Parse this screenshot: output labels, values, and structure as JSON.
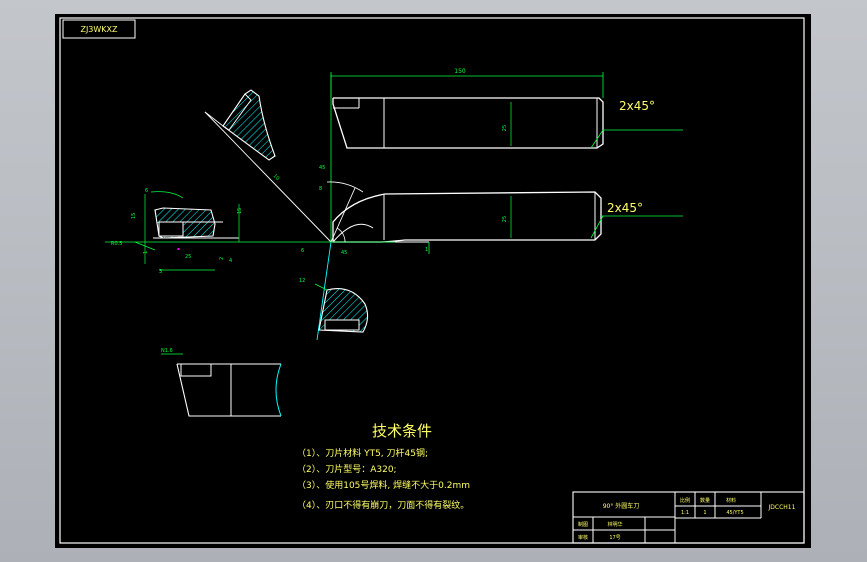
{
  "title_label": "ZJ3WKXZ",
  "notes": {
    "heading": "技术条件",
    "items": [
      "（1）、刀片材料 YT5, 刀杆45钢;",
      "（2）、刀片型号：A320;",
      "（3）、使用105号焊料, 焊缝不大于0.2mm",
      "（4）、刃口不得有崩刀，刀面不得有裂纹。"
    ]
  },
  "chamfers": {
    "top": "2x45°",
    "bottom": "2x45°"
  },
  "dims": {
    "length": "150",
    "h_top": "25",
    "h_bot": "25",
    "angle_a": "45",
    "angle_b": "8",
    "angle_c": "10",
    "angle_d": "6",
    "angle_e": "45",
    "sec_a": "6",
    "sec_b": "15",
    "sec_c": "15",
    "sec_d": "1",
    "sec_e": "2",
    "sec_f": "25",
    "sec_g": "R0.5",
    "sec_h": "3",
    "sec_i": "4",
    "ang2": "12",
    "small": "1",
    "bottom_small": "N1.6"
  },
  "titleblock": {
    "name": "90° 外圆车刀",
    "col_a": "比例",
    "col_b": "数量",
    "col_c": "材料",
    "val_a": "1:1",
    "val_b": "1",
    "val_c": "45/YT5",
    "code": "JDCCH11",
    "r1_label": "制图",
    "r1_value": "林明华",
    "r2_label": "审核",
    "r2_value": "17号"
  },
  "colors": {
    "background": "#000000",
    "line": "#ffffff",
    "dimension": "#00ff40",
    "annotation": "#ffff66",
    "hatch": "#00ffff",
    "center": "#ff3030",
    "mark": "#ff00ff"
  }
}
